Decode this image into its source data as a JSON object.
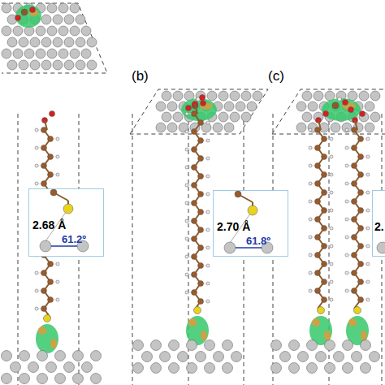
{
  "diagram": {
    "nodes": [
      {
        "text": [
          "2.68 Å",
          "61.2º"
        ]
      },
      {
        "text": [
          "2.70 Å",
          "61.8º"
        ]
      },
      {
        "text": [
          "2."
        ]
      }
    ],
    "labels": [
      "(b)",
      "(c)"
    ]
  }
}
